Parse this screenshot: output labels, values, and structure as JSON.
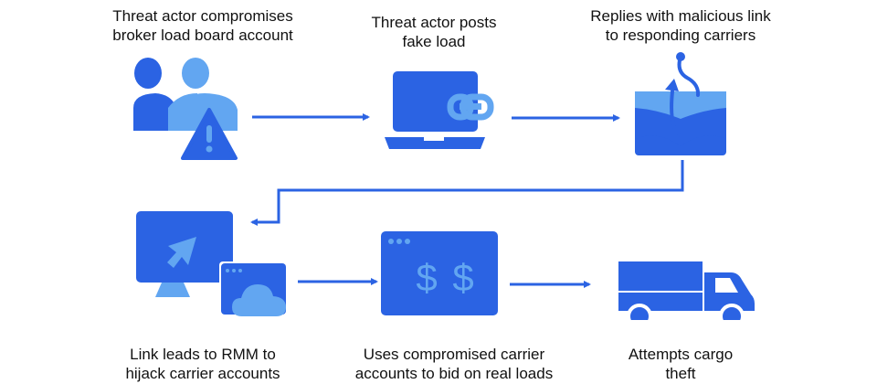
{
  "colors": {
    "primary": "#2b63e3",
    "secondary": "#62a6f1",
    "background": "#ffffff"
  },
  "steps": [
    {
      "label_line1": "Threat actor compromises",
      "label_line2": "broker load board account",
      "icon": "users-warning-icon"
    },
    {
      "label_line1": "Threat actor posts",
      "label_line2": "fake load",
      "icon": "laptop-link-icon"
    },
    {
      "label_line1": "Replies with malicious link",
      "label_line2": "to responding carriers",
      "icon": "phishing-email-icon"
    },
    {
      "label_line1": "Link leads to RMM to",
      "label_line2": "hijack carrier accounts",
      "icon": "remote-monitor-cloud-icon"
    },
    {
      "label_line1": "Uses compromised carrier",
      "label_line2": "accounts to bid on real loads",
      "icon": "dollar-window-icon"
    },
    {
      "label_line1": "Attempts cargo",
      "label_line2": "theft",
      "icon": "truck-icon"
    }
  ]
}
